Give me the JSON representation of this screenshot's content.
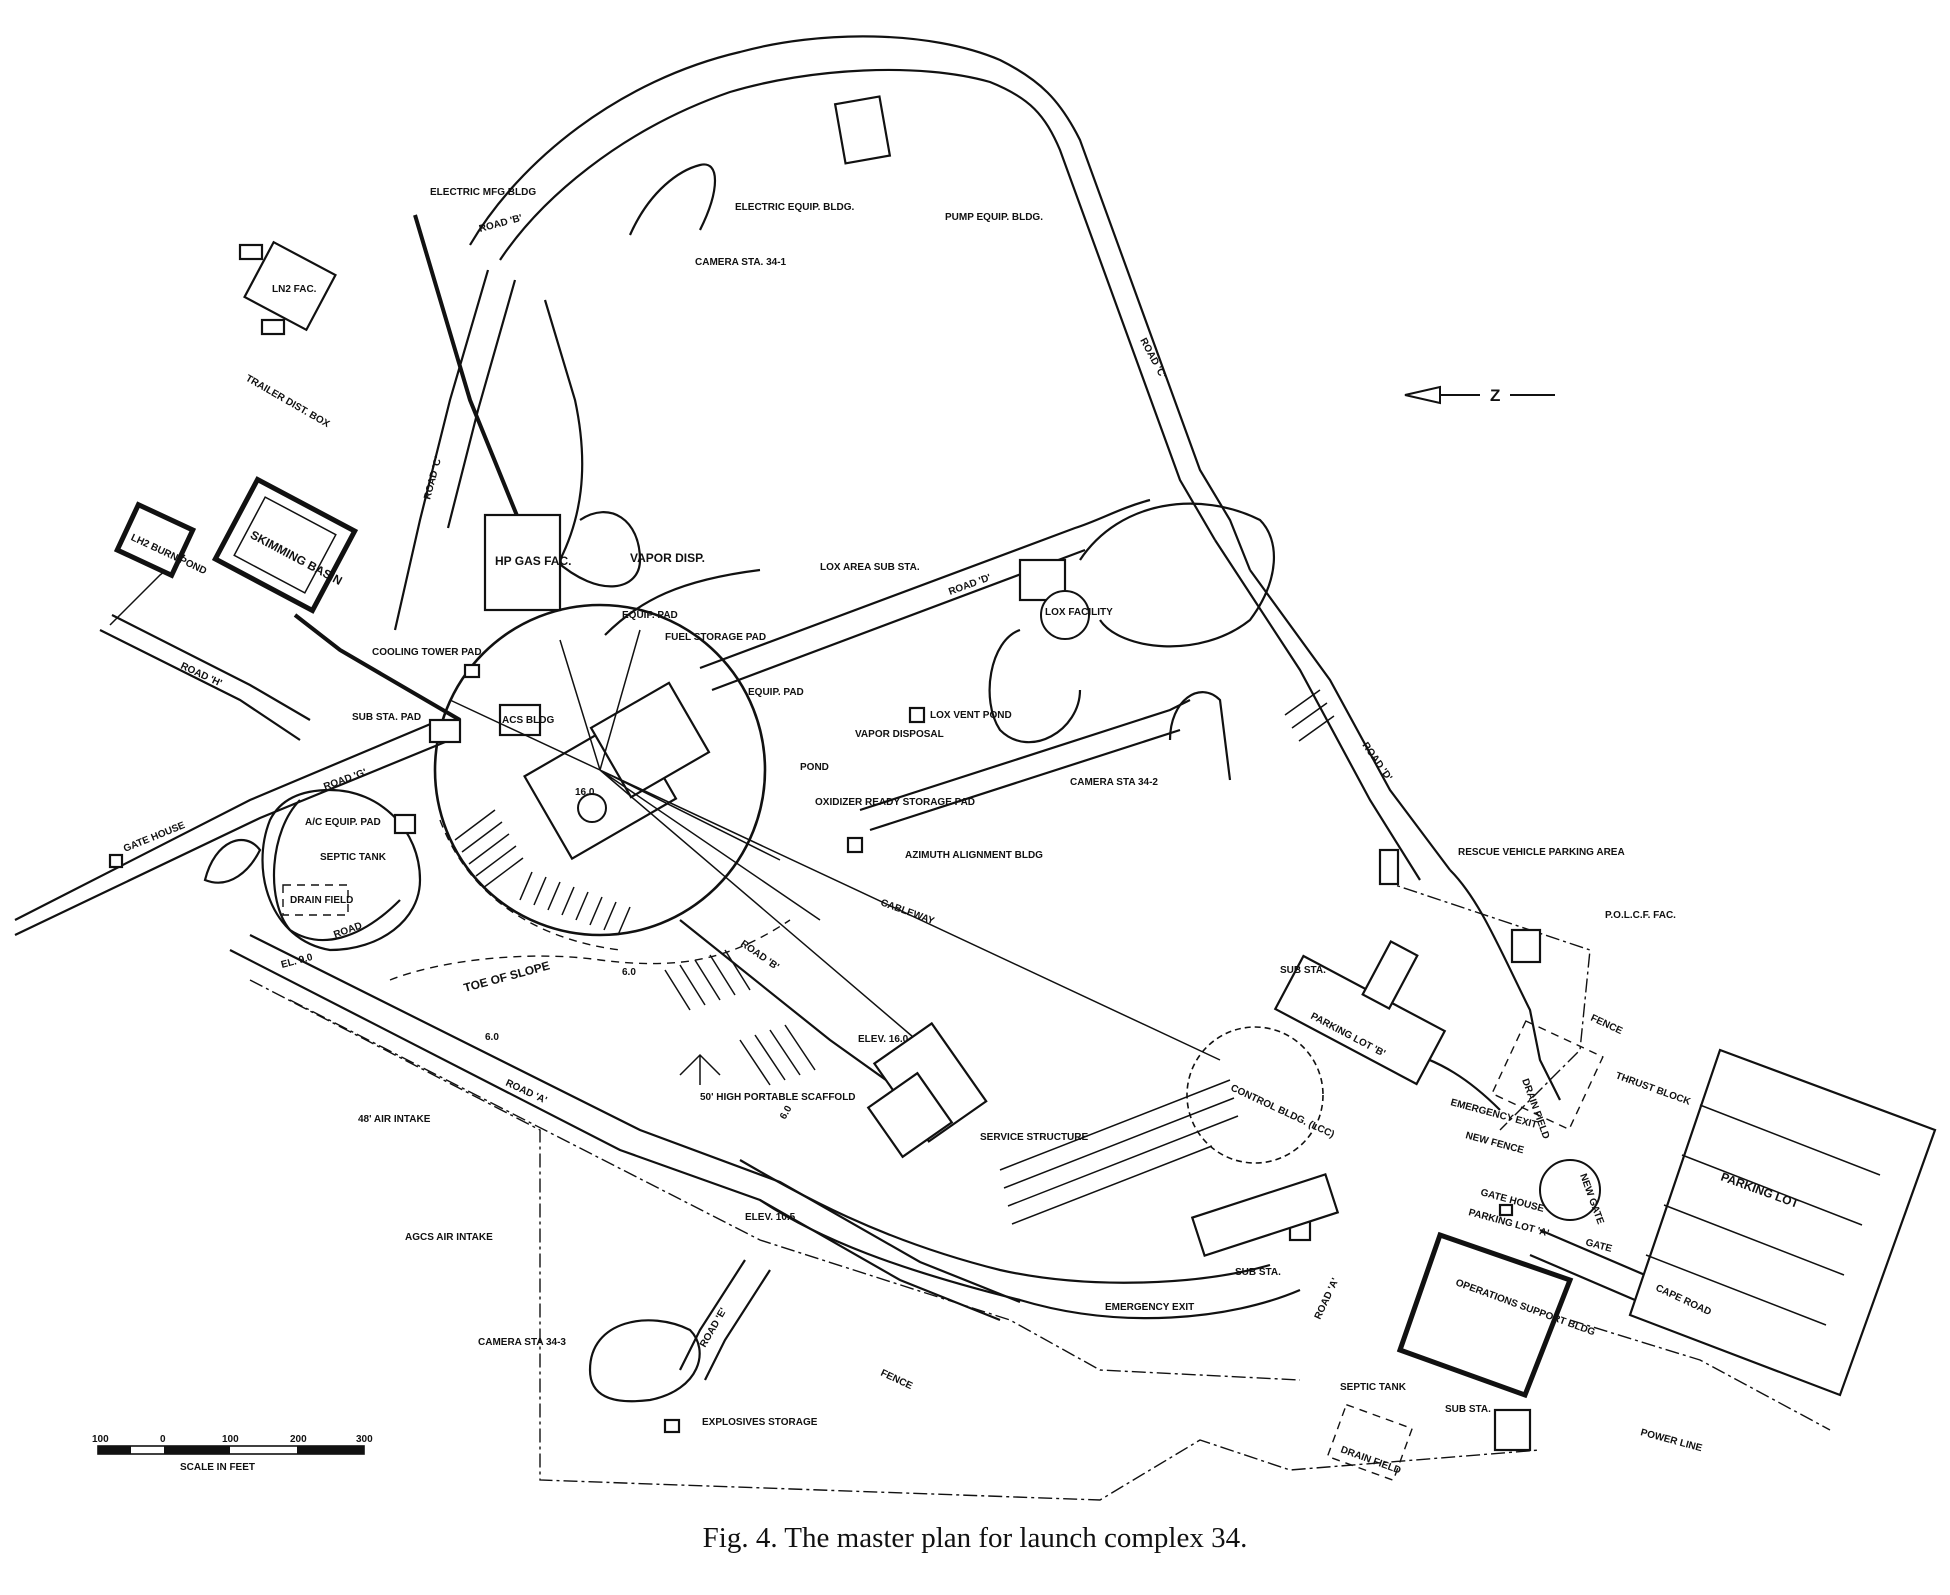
{
  "caption": "Fig. 4.  The master plan for launch complex 34.",
  "north_arrow": "Z",
  "scale": {
    "ticks": [
      "100",
      "0",
      "100",
      "200",
      "300"
    ],
    "label": "SCALE IN FEET"
  },
  "labels": {
    "electric_mfg_bldg": "ELECTRIC MFG BLDG",
    "road_b_top": "ROAD 'B'",
    "electric_equip_bldg": "ELECTRIC EQUIP. BLDG.",
    "pump_equip_bldg": "PUMP EQUIP. BLDG.",
    "camera_34_1": "CAMERA STA. 34-1",
    "ln2_fac": "LN2 FAC.",
    "trailer_dist_box": "TRAILER DIST. BOX",
    "road_c_upper": "ROAD 'C'",
    "road_c_left": "ROAD 'C'",
    "lh2_burn_pond": "LH2 BURN POND",
    "skimming_basin": "SKIMMING BASIN",
    "hp_gas_fac": "HP GAS FAC.",
    "vapor_disp_top": "VAPOR DISP.",
    "lox_area_sub": "LOX AREA SUB STA.",
    "road_d_upper": "ROAD 'D'",
    "lox_facility": "LOX FACILITY",
    "equip_pad_top": "EQUIP. PAD",
    "fuel_storage_pad": "FUEL STORAGE PAD",
    "road_h": "ROAD 'H'",
    "cooling_tower_pad": "COOLING TOWER PAD",
    "sub_sta_pad": "SUB STA. PAD",
    "equip_pad_mid": "EQUIP. PAD",
    "lox_vent_pond": "LOX VENT POND",
    "vapor_disposal": "VAPOR DISPOSAL",
    "road_g": "ROAD 'G'",
    "acs_bldg": "ACS BLDG",
    "elev_16_top": "16.0",
    "pond": "POND",
    "oxidizer_ready": "OXIDIZER READY STORAGE PAD",
    "camera_34_2": "CAMERA STA 34-2",
    "road_d_right": "ROAD 'D'",
    "gate_house_left": "GATE HOUSE",
    "ac_equip_pad": "A/C EQUIP. PAD",
    "septic_tank_left": "SEPTIC TANK",
    "drain_field_left": "DRAIN FIELD",
    "road_small": "ROAD",
    "azimuth": "AZIMUTH ALIGNMENT BLDG",
    "rescue_vehicle": "RESCUE VEHICLE PARKING AREA",
    "cableway": "CABLEWAY",
    "pol_cf_fac": "P.O.L.C.F. FAC.",
    "el_9": "EL. 9.0",
    "toe_of_slope": "TOE OF SLOPE",
    "elev_6_a": "6.0",
    "road_b_mid": "ROAD 'B'",
    "sub_sta_mid": "SUB STA.",
    "parking_lot_b": "PARKING LOT 'B'",
    "fence_right": "FENCE",
    "elev_6_b": "6.0",
    "scaffold": "50' HIGH PORTABLE SCAFFOLD",
    "elev_16": "ELEV. 16.0",
    "control_bldg": "CONTROL BLDG. (LCC)",
    "drain_field_right": "DRAIN FIELD",
    "thrust_block": "THRUST BLOCK",
    "air_intake_48": "48' AIR INTAKE",
    "road_a": "ROAD 'A'",
    "elev_6_c": "6.0",
    "service_structure": "SERVICE STRUCTURE",
    "emergency_exit_r": "EMERGENCY EXIT",
    "new_fence": "NEW FENCE",
    "new_gate": "NEW GATE",
    "gate_house_right": "GATE HOUSE",
    "parking_lot_a": "PARKING LOT 'A'",
    "gate": "GATE",
    "parking_lot": "PARKING LOT",
    "agcs_air_intake": "AGCS AIR INTAKE",
    "elev_10_5": "ELEV. 10.5",
    "sub_sta_lower": "SUB STA.",
    "cape_road": "CAPE ROAD",
    "operations_support": "OPERATIONS SUPPORT BLDG",
    "road_e": "ROAD 'E'",
    "road_a_lower": "ROAD 'A'",
    "emergency_exit_l": "EMERGENCY EXIT",
    "camera_34_3": "CAMERA STA 34-3",
    "fence_bottom": "FENCE",
    "septic_tank_right": "SEPTIC TANK",
    "explosives_storage": "EXPLOSIVES STORAGE",
    "sub_sta_br": "SUB STA.",
    "drain_field_bottom": "DRAIN FIELD",
    "power_line": "POWER LINE"
  }
}
